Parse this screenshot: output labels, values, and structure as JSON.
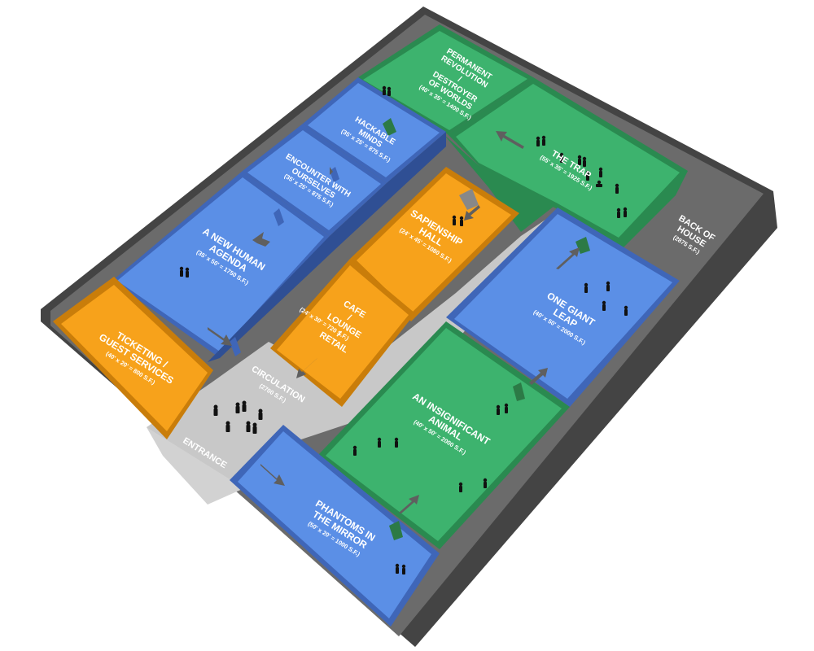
{
  "colors": {
    "blue": "#5b8fe6",
    "blue_wall": "#3f66b8",
    "green": "#3db36e",
    "green_wall": "#2a8a50",
    "orange": "#f7a21b",
    "orange_wall": "#c97d0a",
    "circulation": "#c8c8c8",
    "shell": "#555555"
  },
  "rooms": {
    "permanent_revolution": {
      "name": [
        "PERMANENT",
        "REVOLUTION",
        "/",
        "DESTROYER",
        "OF WORLDS"
      ],
      "size": "(40' x 35' = 1400 S.F.)"
    },
    "the_trap": {
      "name": [
        "THE TRAP"
      ],
      "size": "(55' x 35' = 1925 S.F.)"
    },
    "hackable_minds": {
      "name": [
        "HACKABLE",
        "MINDS"
      ],
      "size": "(35' x 25' = 875 S.F.)"
    },
    "encounter": {
      "name": [
        "ENCOUNTER WITH",
        "OURSELVES"
      ],
      "size": "(35' x 25' = 875 S.F.)"
    },
    "new_human_agenda": {
      "name": [
        "A NEW HUMAN",
        "AGENDA"
      ],
      "size": "(35' x 50' = 1750 S.F.)"
    },
    "sapienship_hall": {
      "name": [
        "SAPIENSHIP",
        "HALL"
      ],
      "size": "(24' x 45' = 1080 S.F.)"
    },
    "cafe": {
      "name": [
        "CAFE",
        "/",
        "LOUNGE",
        "/",
        "RETAIL"
      ],
      "size": "(24' x 30' = 720 S.F.)"
    },
    "ticketing": {
      "name": [
        "TICKETING /",
        "GUEST SERVICES"
      ],
      "size": "(40' x 20' = 800 S.F.)"
    },
    "one_giant_leap": {
      "name": [
        "ONE GIANT",
        "LEAP"
      ],
      "size": "(40' x 50' = 2000 S.F.)"
    },
    "insignificant_animal": {
      "name": [
        "AN INSIGNIFICANT",
        "ANIMAL"
      ],
      "size": "(40' x 50' = 2000 S.F.)"
    },
    "phantoms": {
      "name": [
        "PHANTOMS IN",
        "THE MIRROR"
      ],
      "size": "(50' x 20' = 1000 S.F.)"
    }
  },
  "areas": {
    "back_of_house": {
      "name": [
        "BACK OF",
        "HOUSE"
      ],
      "size": "(2875 S.F.)"
    },
    "circulation": {
      "name": [
        "CIRCULATION"
      ],
      "size": "(2700 S.F.)"
    },
    "entrance": {
      "name": [
        "ENTRANCE"
      ]
    }
  }
}
